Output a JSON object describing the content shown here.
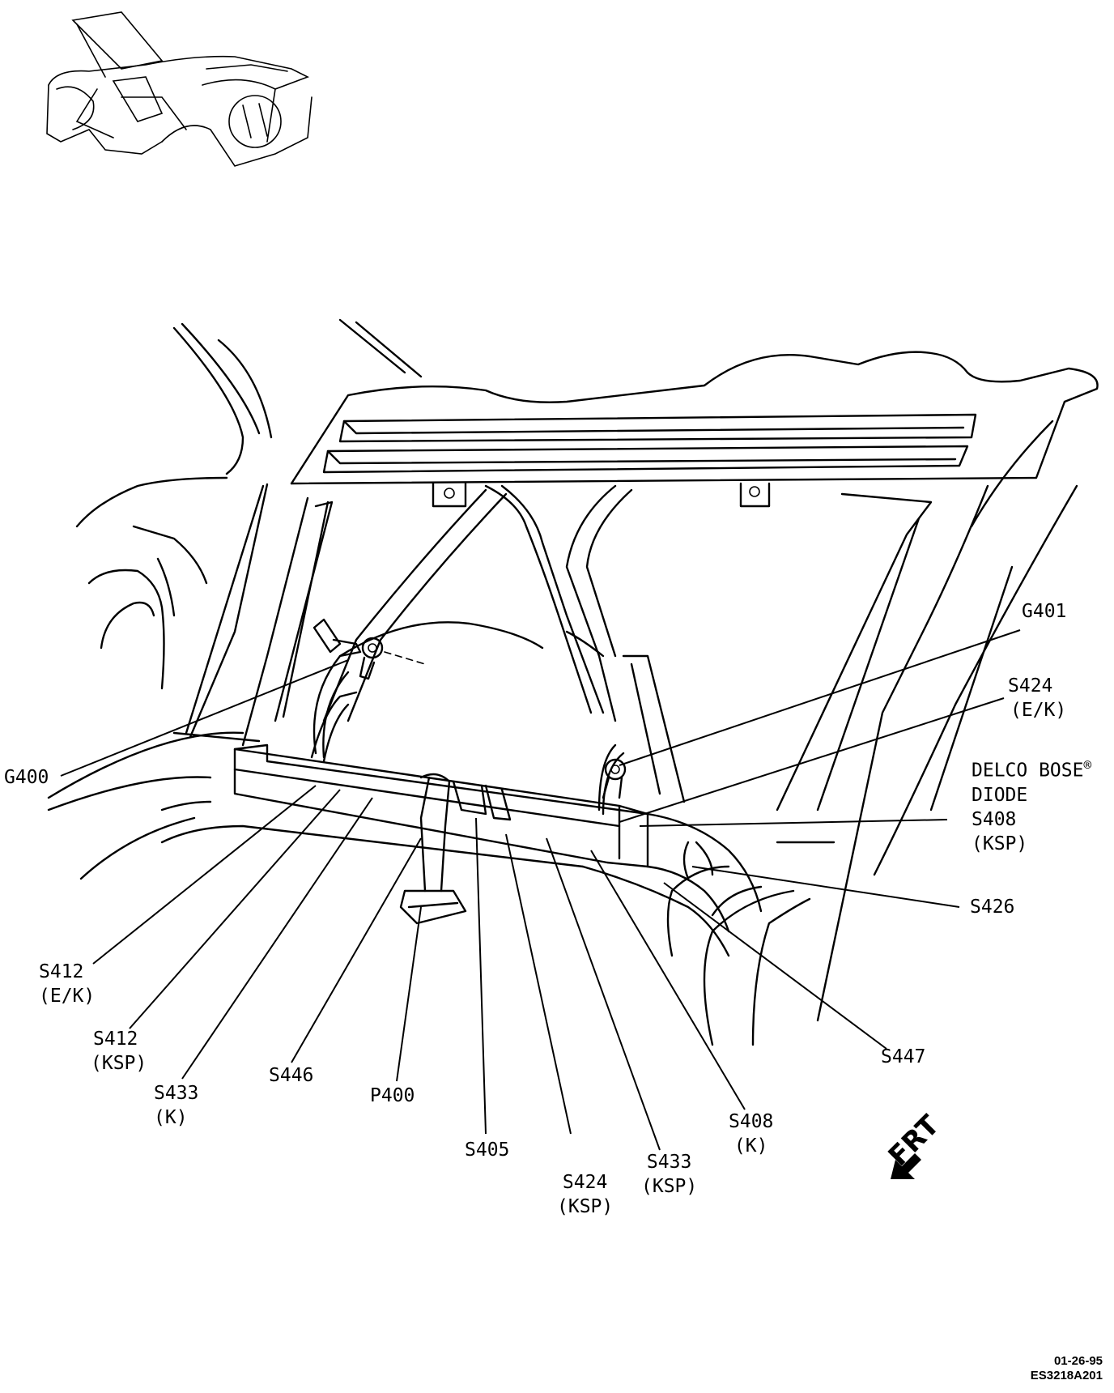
{
  "labels": {
    "g401": "G401",
    "s424_ek": {
      "code": "S424",
      "variant": "(E/K)"
    },
    "delco": {
      "line1": "DELCO BOSE",
      "reg": "®",
      "line2": "DIODE",
      "line3": "S408",
      "line4": "(KSP)"
    },
    "s426": "S426",
    "s447": "S447",
    "g400": "G400",
    "s412_ek": {
      "code": "S412",
      "variant": "(E/K)"
    },
    "s412_ksp": {
      "code": "S412",
      "variant": "(KSP)"
    },
    "s433_k": {
      "code": "S433",
      "variant": "(K)"
    },
    "s446": "S446",
    "p400": "P400",
    "s405": "S405",
    "s424_ksp": {
      "code": "S424",
      "variant": "(KSP)"
    },
    "s433_ksp": {
      "code": "S433",
      "variant": "(KSP)"
    },
    "s408_k": {
      "code": "S408",
      "variant": "(K)"
    }
  },
  "direction": {
    "label": "FRT",
    "icon": "front-arrow-icon"
  },
  "stamp": {
    "date": "01-26-95",
    "figure_id": "ES3218A201"
  }
}
